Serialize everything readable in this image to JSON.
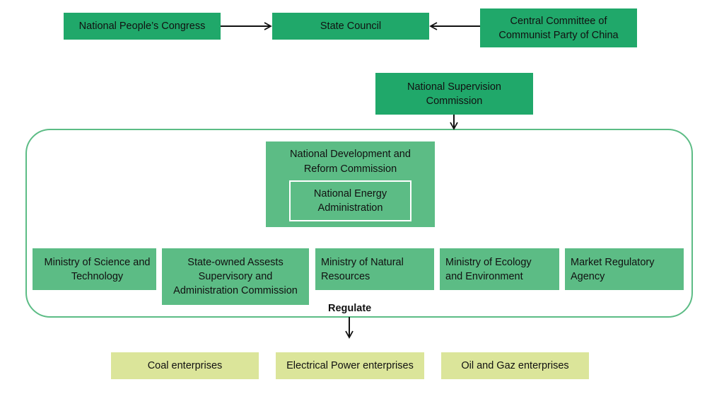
{
  "top": {
    "congress": "National People’s Congress",
    "state_council": "State Council",
    "central_committee": "Central Committee of\nCommunist Party of China"
  },
  "supervision": "National Supervision\nCommission",
  "ndrc": {
    "title": "National Development and\nReform Commission",
    "energy": "National Energy\nAdministration"
  },
  "ministries": [
    "Ministry of Science and\nTechnology",
    "State-owned Assests\nSupervisory and\nAdministration Commission",
    "Ministry of Natural\nResources",
    "Ministry of Ecology\nand Environment",
    "Market Regulatory\nAgency"
  ],
  "regulate_label": "Regulate",
  "enterprises": [
    "Coal enterprises",
    "Electrical Power enterprises",
    "Oil and Gaz enterprises"
  ],
  "colors": {
    "dark_green": "#20a86a",
    "mid_green": "#5cbc85",
    "light_yellow_green": "#dbe59a",
    "outline_green": "#5cbc85"
  }
}
